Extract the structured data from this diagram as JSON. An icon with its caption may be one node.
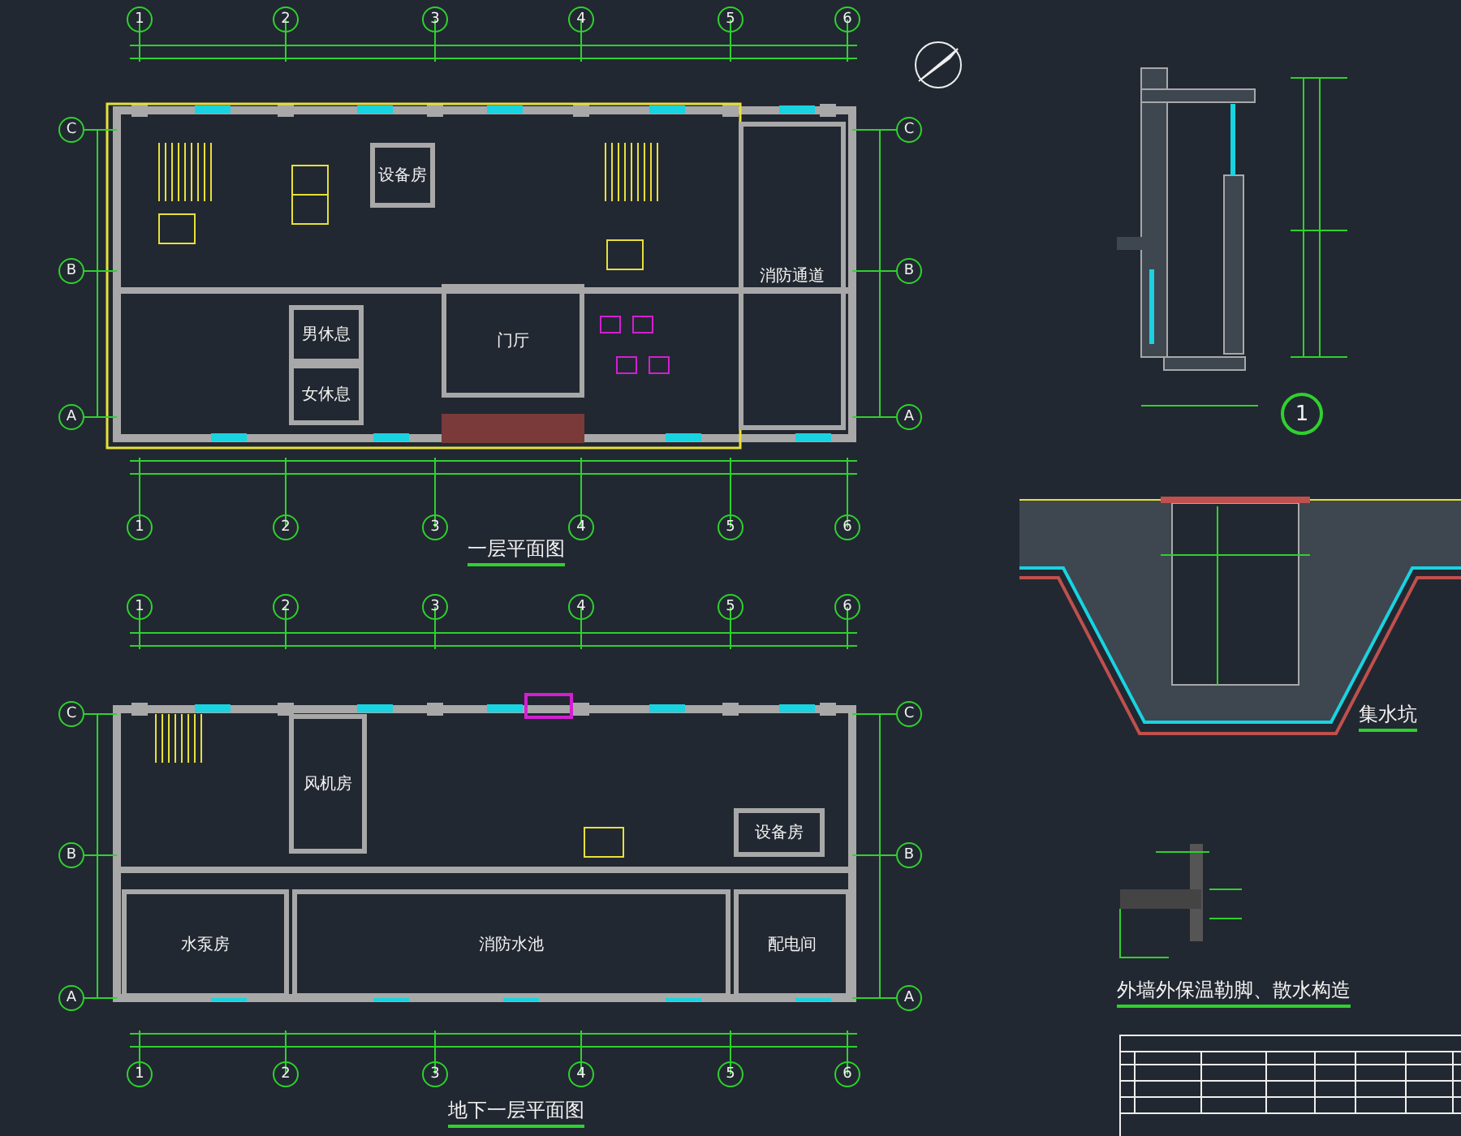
{
  "diagram": {
    "nodes": [
      {
        "text": [
          "设备房"
        ]
      },
      {
        "text": [
          "门厅"
        ]
      },
      {
        "text": [
          "消防通道"
        ]
      },
      {
        "text": [
          "男休息"
        ]
      },
      {
        "text": [
          "女休息"
        ]
      },
      {
        "text": [
          "风机房"
        ]
      },
      {
        "text": [
          "消防水池"
        ]
      },
      {
        "text": [
          "水泵房"
        ]
      },
      {
        "text": [
          "配电间"
        ]
      },
      {
        "text": [
          "设备房"
        ]
      }
    ],
    "labels": [
      "1",
      "2",
      "3",
      "4",
      "5",
      "6",
      "C",
      "B",
      "A",
      "C",
      "B",
      "A",
      "1",
      "2",
      "3",
      "4",
      "5",
      "6",
      "一层平面图",
      "1",
      "2",
      "3",
      "4",
      "5",
      "6",
      "C",
      "B",
      "A",
      "C",
      "B",
      "A",
      "1",
      "2",
      "3",
      "4",
      "5",
      "6",
      "地下一层平面图",
      "1",
      "集水坑",
      "外墙外保温勒脚、散水构造"
    ]
  }
}
